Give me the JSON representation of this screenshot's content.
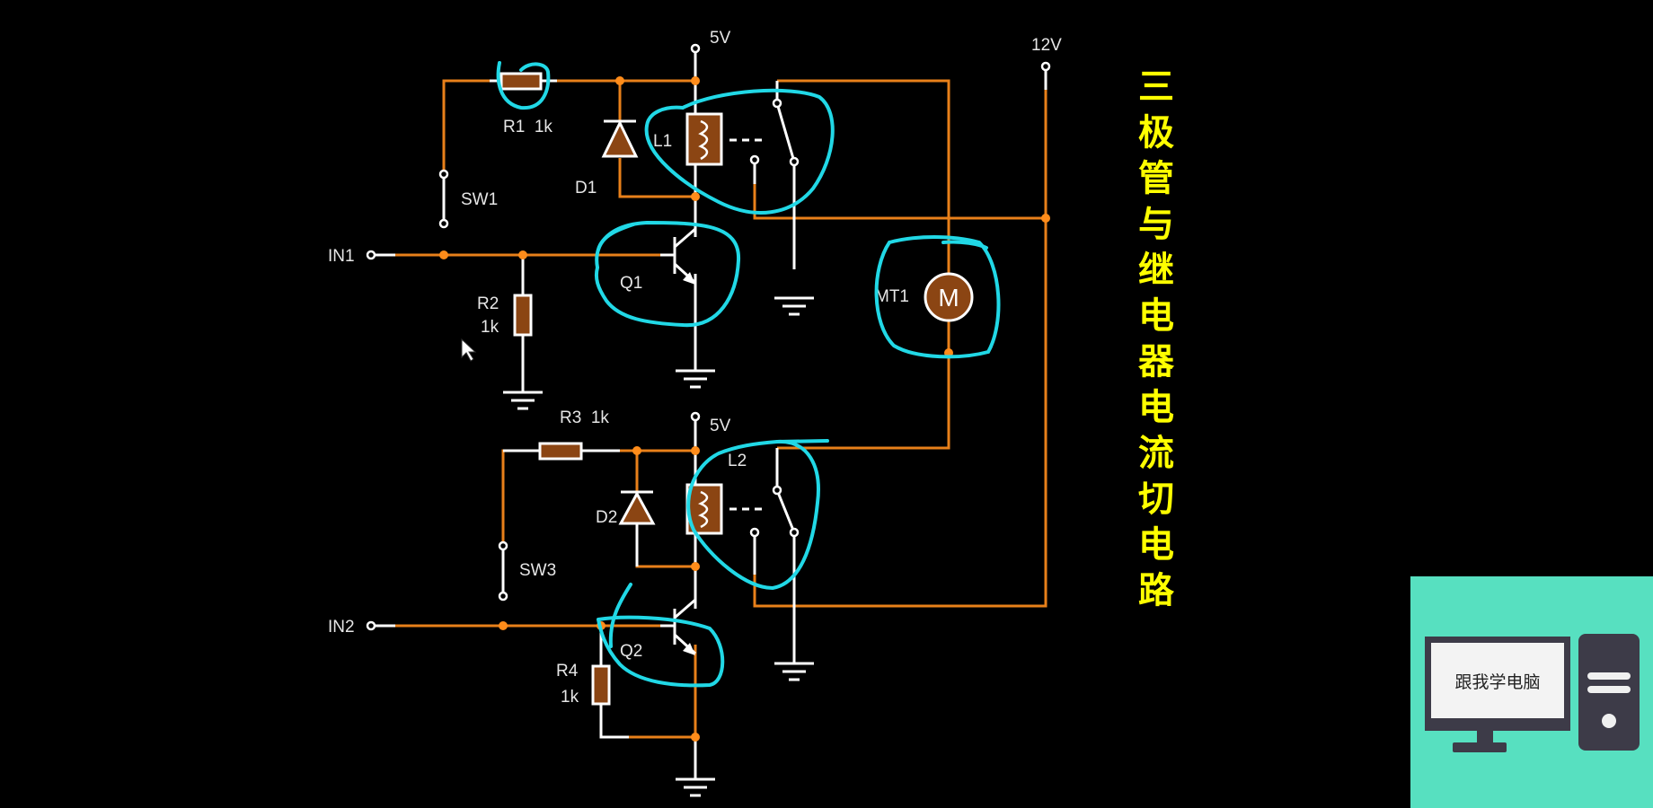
{
  "colors": {
    "wire": "#e8801a",
    "component": "#8b4513",
    "annotation": "#21d8e6",
    "title": "#ffff00",
    "logo_bg": "#57e0c0"
  },
  "supply": {
    "v5_top": "5V",
    "v5_bottom": "5V",
    "v12": "12V"
  },
  "inputs": {
    "in1": "IN1",
    "in2": "IN2"
  },
  "components": {
    "r1": "R1  1k",
    "r2": "R2",
    "r2_value": "1k",
    "r3": "R3  1k",
    "r4": "R4",
    "r4_value": "1k",
    "d1": "D1",
    "d2": "D2",
    "l1": "L1",
    "l2": "L2",
    "q1": "Q1",
    "q2": "Q2",
    "sw1": "SW1",
    "sw3": "SW3",
    "mt1": "MT1",
    "motor_symbol": "M"
  },
  "title_chars": [
    "三",
    "极",
    "管",
    "与",
    "继",
    "电",
    "器",
    "电",
    "流",
    "切",
    "电",
    "路"
  ],
  "logo": {
    "text": "跟我学电脑"
  }
}
